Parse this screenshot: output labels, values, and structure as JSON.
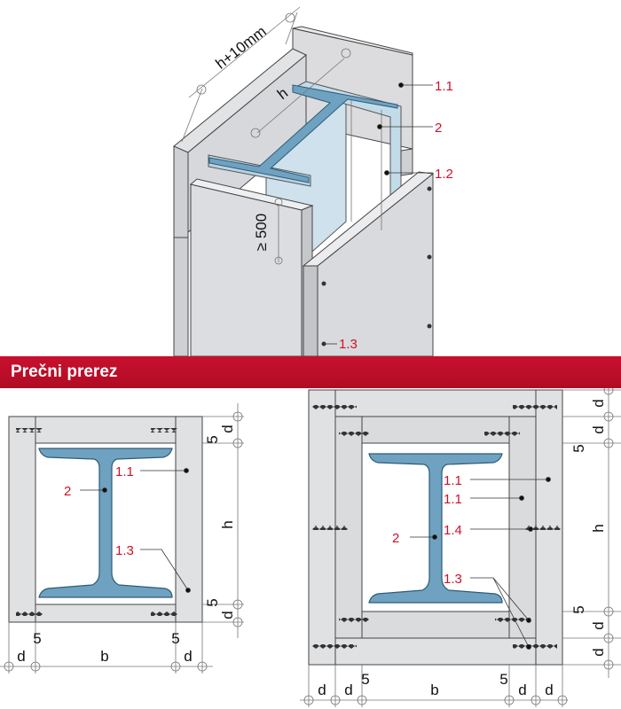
{
  "section_title": "Prečni prerez",
  "iso": {
    "dim_width": "h+10mm",
    "dim_h": "h",
    "dim_min": "≥ 500",
    "labels": {
      "l11": "1.1",
      "l2": "2",
      "l12": "1.2",
      "l13": "1.3"
    }
  },
  "left_section": {
    "labels": {
      "l11": "1.1",
      "l2": "2",
      "l13": "1.3"
    },
    "dims": {
      "d_top": "d",
      "five_top": "5",
      "h": "h",
      "d_bot": "d",
      "five_bot": "5",
      "b": "b",
      "d_bl": "d",
      "five_bl": "5",
      "five_br": "5",
      "d_br": "d"
    }
  },
  "right_section": {
    "labels": {
      "l11a": "1.1",
      "l11b": "1.1",
      "l2": "2",
      "l14": "1.4",
      "l13": "1.3"
    },
    "dims": {
      "d_t1": "d",
      "d_t2": "d",
      "five_top": "5",
      "h": "h",
      "five_bot": "5",
      "d_b1": "d",
      "d_b2": "d",
      "b": "b",
      "d_bl1": "d",
      "d_bl2": "d",
      "five_bl": "5",
      "five_br": "5",
      "d_br1": "d",
      "d_br2": "d"
    }
  },
  "colors": {
    "board": "#dfe0e2",
    "steel": "#6fa2c0",
    "steel_light": "#c5dbe8",
    "label": "#d0102a",
    "band": "#c8102e"
  }
}
